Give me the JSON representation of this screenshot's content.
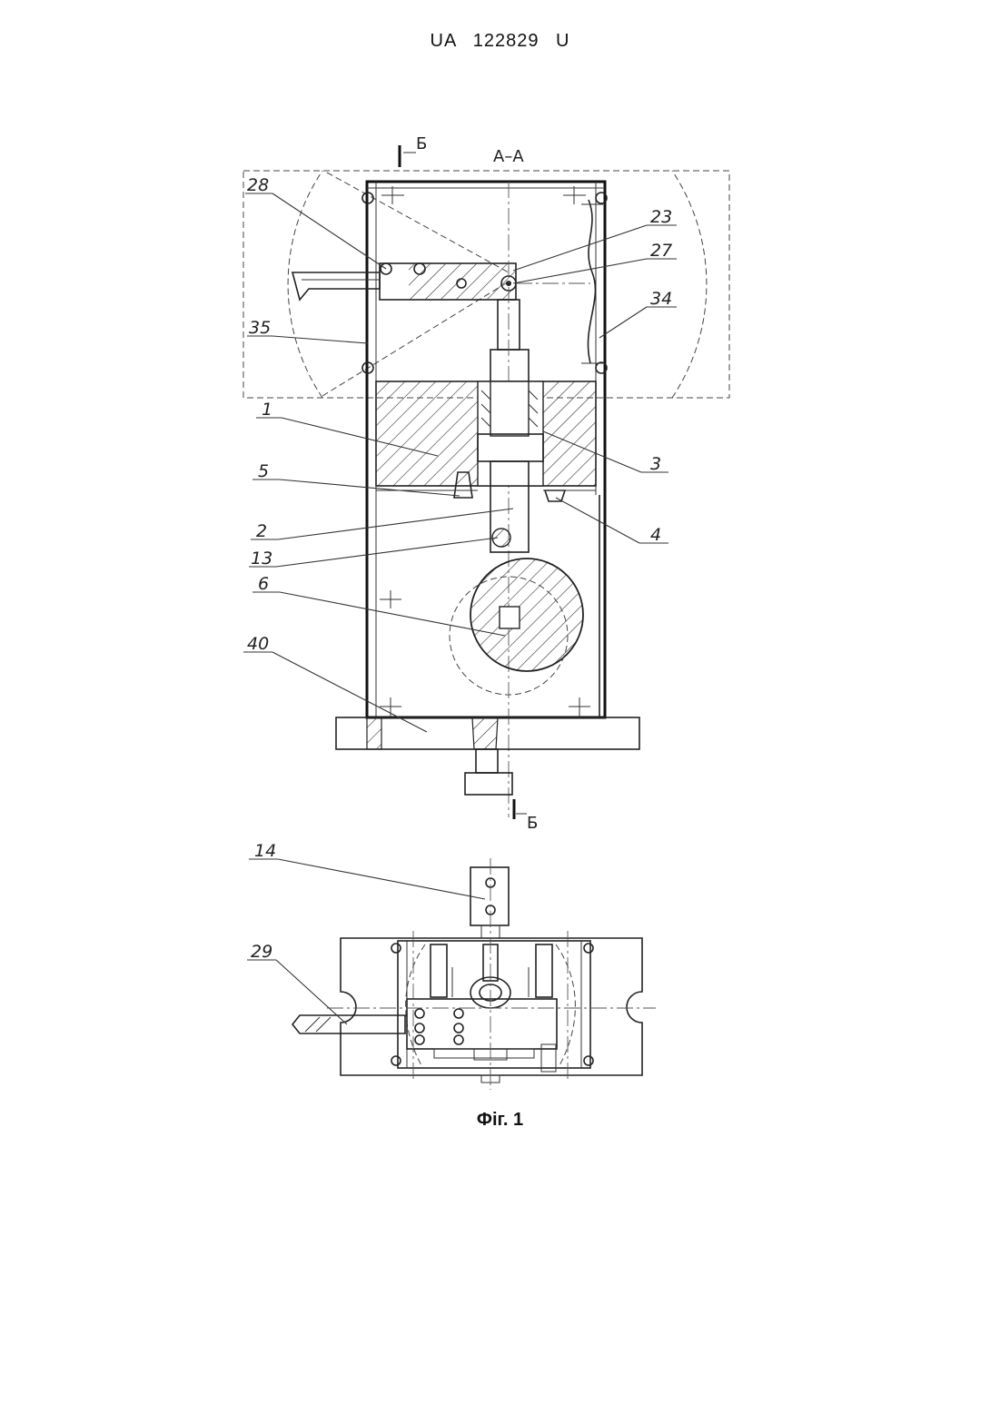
{
  "header": {
    "doc_id": "UA   122829   U"
  },
  "figure": {
    "caption": "Фіг. 1",
    "section_label": "А–А",
    "cut_mark_top": "Б",
    "cut_mark_bottom": "Б",
    "labels": {
      "l28": "28",
      "l23": "23",
      "l27": "27",
      "l34": "34",
      "l35": "35",
      "l1": "1",
      "l3": "3",
      "l5": "5",
      "l4": "4",
      "l2": "2",
      "l13": "13",
      "l6": "6",
      "l40": "40",
      "l14": "14",
      "l29": "29"
    }
  }
}
